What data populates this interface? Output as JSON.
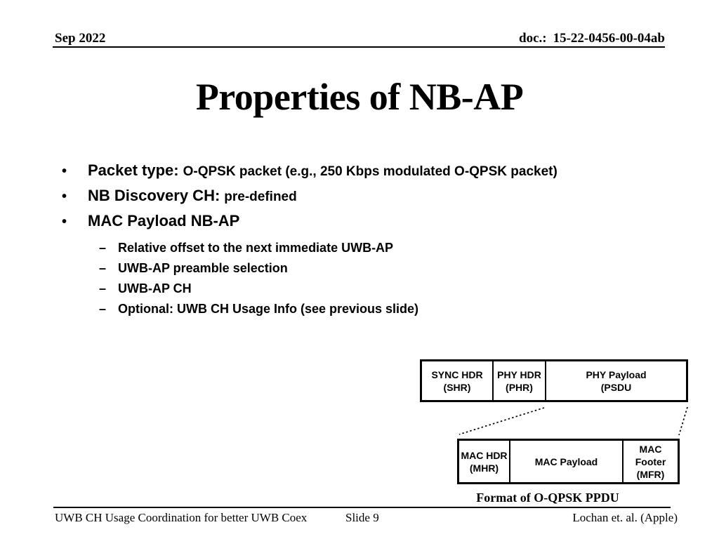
{
  "header": {
    "date": "Sep 2022",
    "doc_label": "doc.:",
    "doc_number": "15-22-0456-00-04ab"
  },
  "title": "Properties of NB-AP",
  "chars": {
    "bullet": "•",
    "dash": "–"
  },
  "bullets": [
    {
      "lead": "Packet type:",
      "rest": "O-QPSK packet (e.g., 250 Kbps modulated O-QPSK packet)"
    },
    {
      "lead": "NB Discovery CH:",
      "rest": "pre-defined"
    },
    {
      "lead": "MAC Payload NB-AP",
      "rest": ""
    }
  ],
  "sub_bullets": [
    "Relative offset to the next immediate UWB-AP",
    "UWB-AP preamble selection",
    "UWB-AP CH",
    "Optional: UWB CH Usage Info (see previous slide)"
  ],
  "diagram": {
    "top_row": [
      {
        "line1": "SYNC HDR",
        "line2": "(SHR)"
      },
      {
        "line1": "PHY HDR",
        "line2": "(PHR)"
      },
      {
        "line1": "PHY Payload",
        "line2": "(PSDU"
      }
    ],
    "bottom_row": [
      {
        "line1": "MAC HDR",
        "line2": "(MHR)"
      },
      {
        "line1": "MAC Payload",
        "line2": ""
      },
      {
        "line1": "MAC Footer",
        "line2": "(MFR)"
      }
    ],
    "caption": "Format of O-QPSK PPDU"
  },
  "footer": {
    "left": "UWB CH Usage Coordination for better UWB Coex",
    "slide": "Slide 9",
    "right": "Lochan et. al. (Apple)"
  },
  "colors": {
    "text": "#000000",
    "background": "#ffffff",
    "line": "#000000"
  }
}
